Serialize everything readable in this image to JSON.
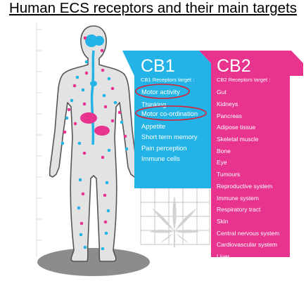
{
  "title": "Human ECS receptors and their main targets",
  "colors": {
    "cb1": "#24b3e6",
    "cb2": "#e8338f",
    "body_fill": "#e3e3e3",
    "body_stroke": "#555555",
    "highlight_ring": "#d6223a"
  },
  "cb1": {
    "heading": "CB1",
    "subheading": "CB1 Receptors target :",
    "targets": [
      "Motor activity",
      "Thinking",
      "Motor co-ordination",
      "Appetite",
      "Short term memory",
      "Pain perception",
      "Immune cells"
    ],
    "circled_targets": [
      "Motor activity",
      "Motor co-ordination"
    ]
  },
  "cb2": {
    "heading": "CB2",
    "subheading": "CB2 Receptors target :",
    "targets": [
      "Gut",
      "Kidneys",
      "Pancreas",
      "Adipose tissue",
      "Skeletal muscle",
      "Bone",
      "Eye",
      "Tumours",
      "Reproductive system",
      "Immune system",
      "Respiratory tract",
      "Skin",
      "Central nervous system",
      "Cardiovascular system",
      "Liver"
    ]
  },
  "icons": {
    "leaf": "cannabis-leaf-icon",
    "grid": "chart-grid"
  }
}
